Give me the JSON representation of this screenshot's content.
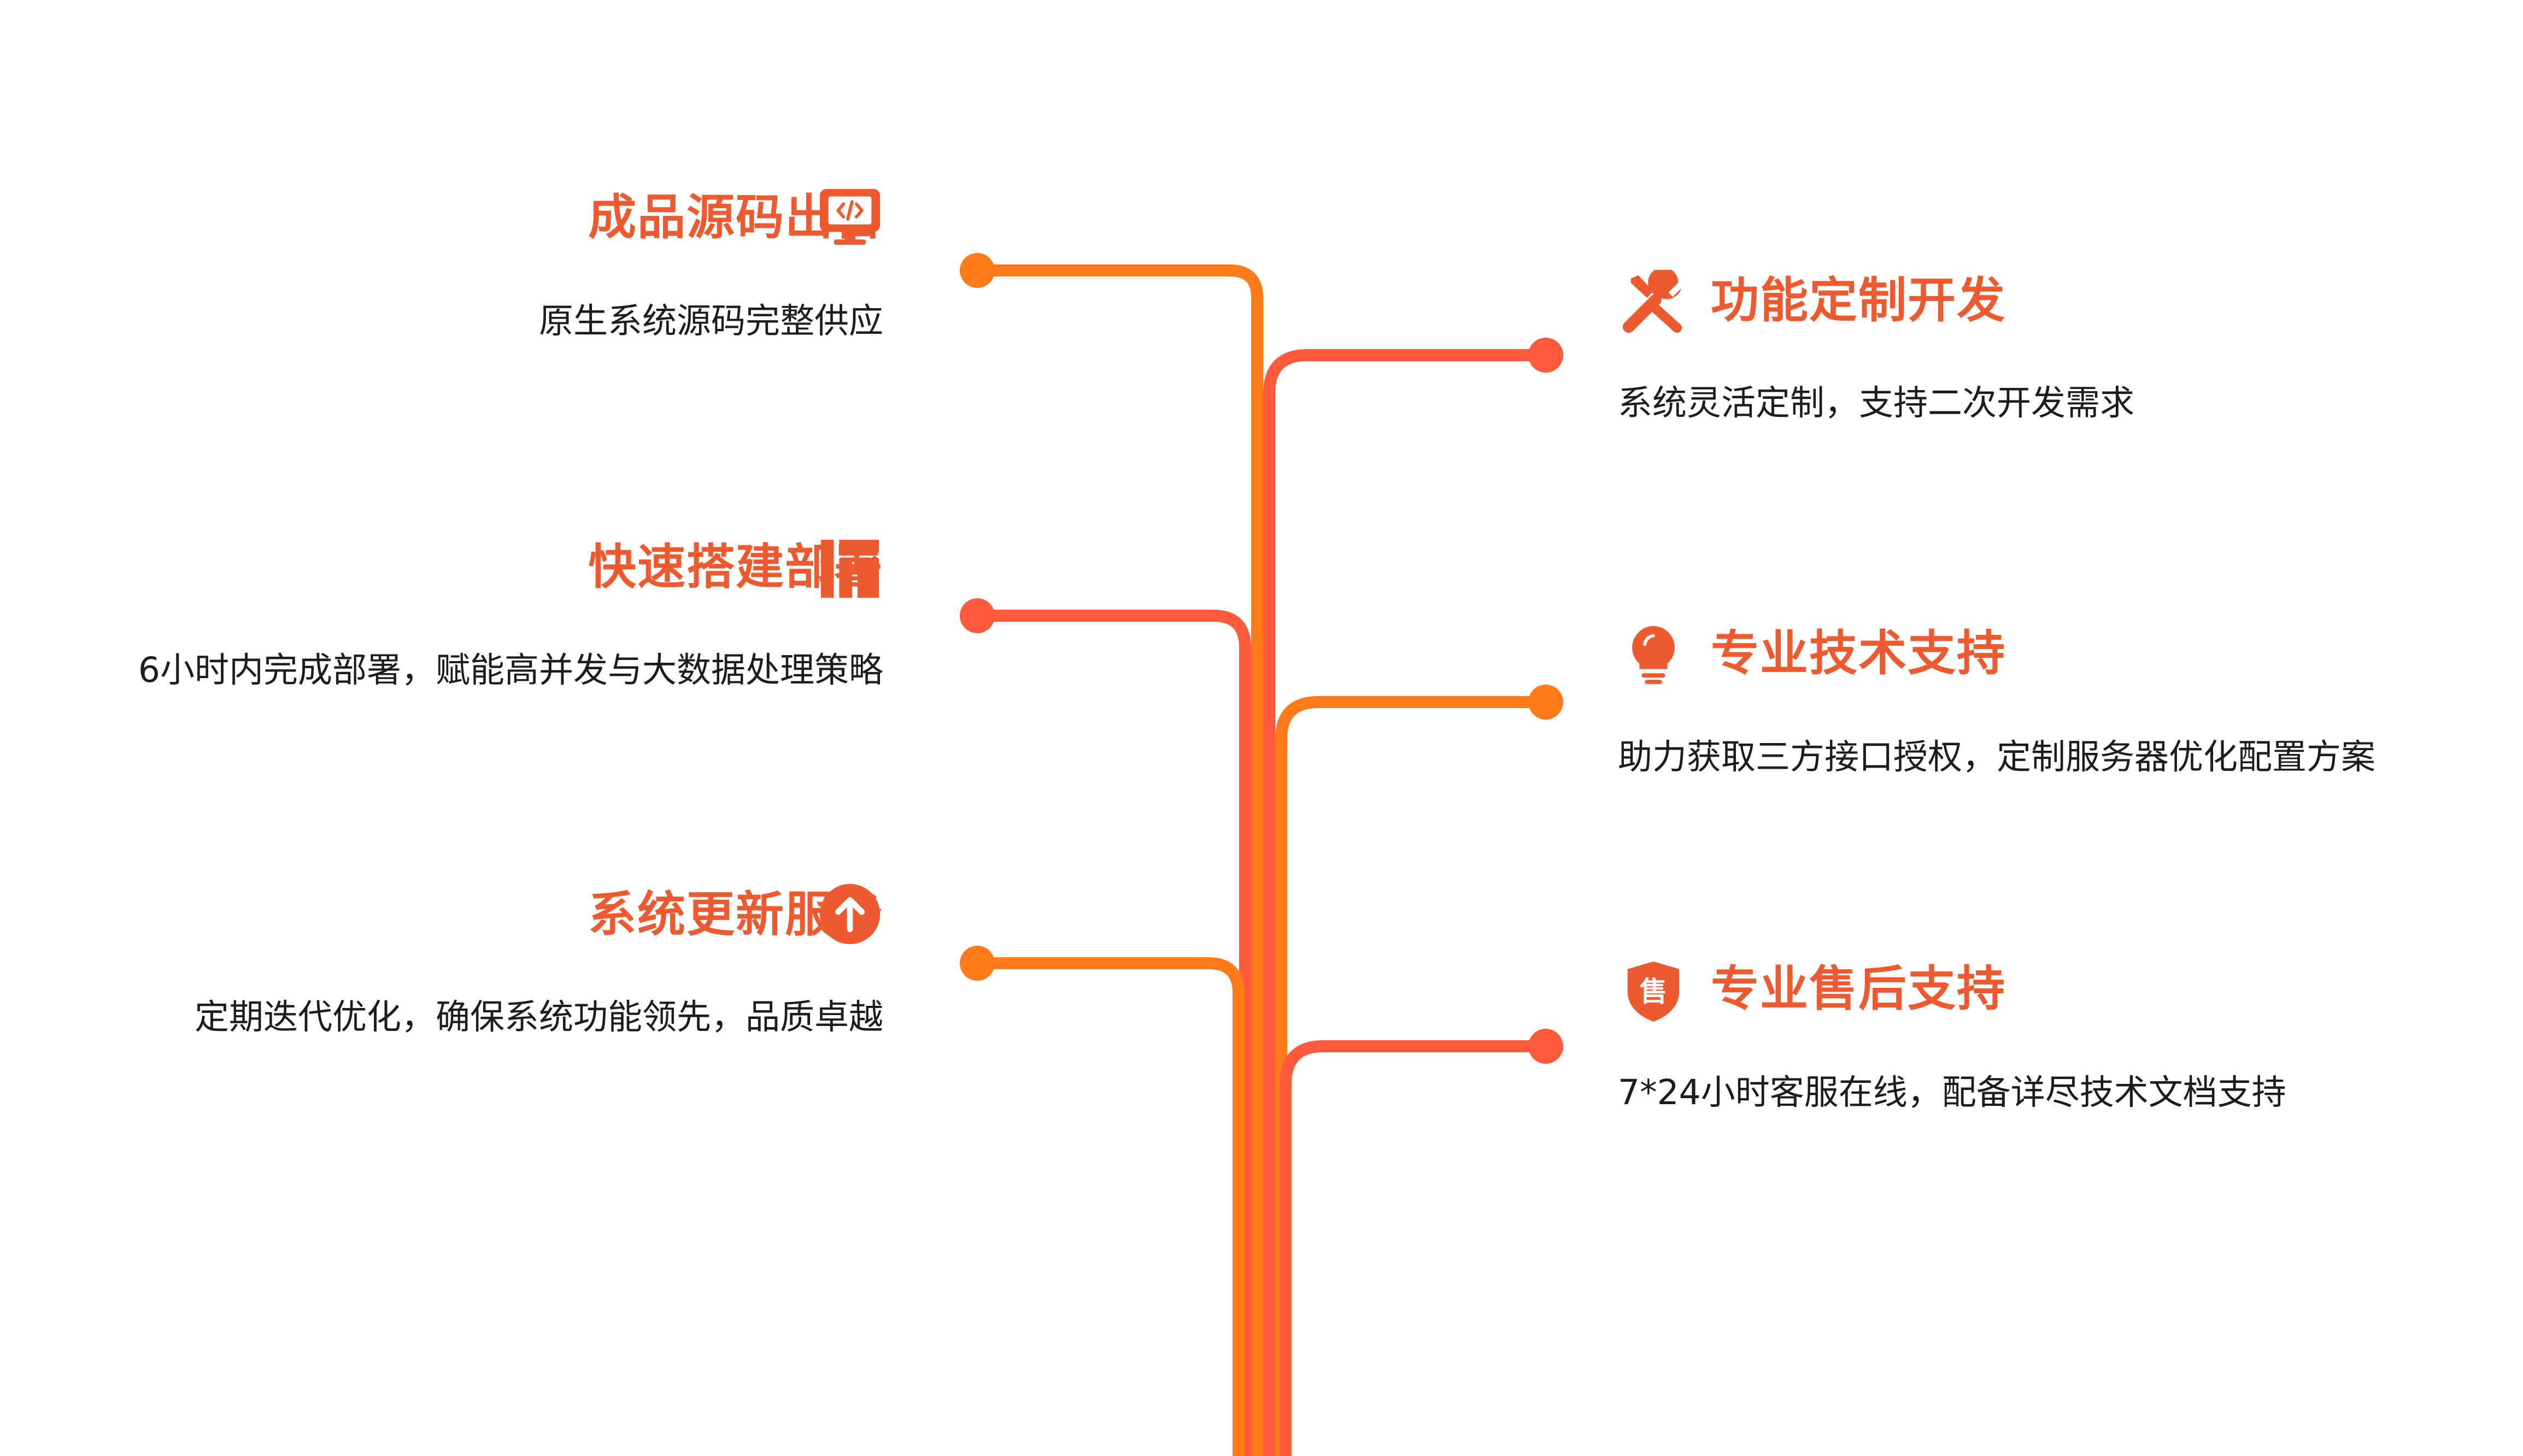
{
  "colors": {
    "accent_orange": "#ff7a1a",
    "accent_red": "#ff5a3c",
    "title_color": "#ee5a2f",
    "text_color": "#1c1c1c"
  },
  "left_items": [
    {
      "title": "成品源码出售",
      "desc": "原生系统源码完整供应",
      "icon": "monitor-code-icon"
    },
    {
      "title": "快速搭建部署",
      "desc": "6小时内完成部署，赋能高并发与大数据处理策略",
      "icon": "layout-grid-icon"
    },
    {
      "title": "系统更新服务",
      "desc": "定期迭代优化，确保系统功能领先，品质卓越",
      "icon": "arrow-up-circle-icon"
    }
  ],
  "right_items": [
    {
      "title": "功能定制开发",
      "desc": "系统灵活定制，支持二次开发需求",
      "icon": "tools-icon"
    },
    {
      "title": "专业技术支持",
      "desc": "助力获取三方接口授权，定制服务器优化配置方案",
      "icon": "lightbulb-icon"
    },
    {
      "title": "专业售后支持",
      "desc": "7*24小时客服在线，配备详尽技术文档支持",
      "icon": "shield-badge-icon"
    }
  ],
  "shield_glyph": "售"
}
